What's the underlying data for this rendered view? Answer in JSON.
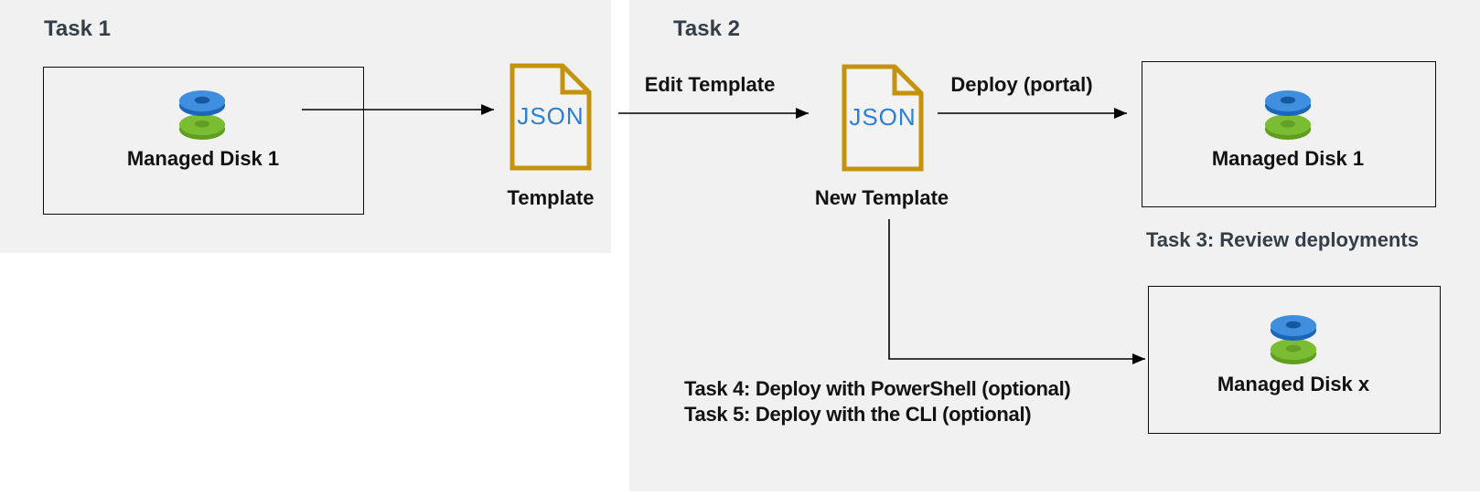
{
  "panels": {
    "task1": {
      "heading": "Task 1"
    },
    "task2": {
      "heading": "Task 2"
    }
  },
  "nodes": {
    "source_disk": {
      "label": "Managed Disk 1"
    },
    "template_file": {
      "file_type": "JSON",
      "label": "Template"
    },
    "new_template_file": {
      "file_type": "JSON",
      "label": "New Template"
    },
    "deployed_disk_portal": {
      "label": "Managed Disk 1"
    },
    "deployed_disk_x": {
      "label": "Managed Disk x"
    }
  },
  "edges": {
    "edit_template": {
      "label": "Edit Template"
    },
    "deploy_portal": {
      "label": "Deploy (portal)"
    }
  },
  "annotations": {
    "task3": "Task 3: Review deployments",
    "task4": "Task 4: Deploy with PowerShell (optional)",
    "task5": "Task 5: Deploy with the CLI (optional)"
  },
  "colors": {
    "panel_gray": "#F1F1F1",
    "doc_gold": "#C5920B",
    "json_blue": "#2B7FD6",
    "disk_blue": "#3F8EE0",
    "disk_green": "#7ABD32",
    "heading_slate": "#333E48",
    "arrow_black": "#000000"
  }
}
